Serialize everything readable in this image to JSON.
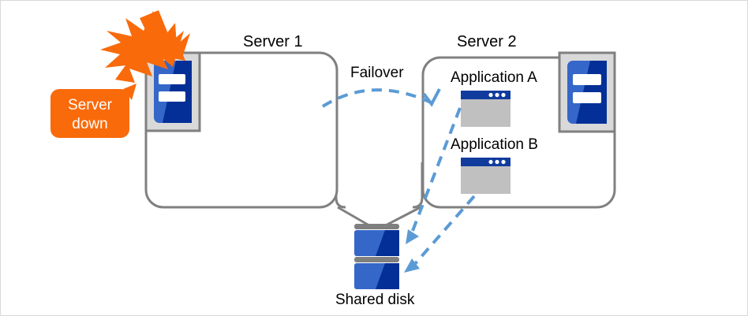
{
  "diagram": {
    "title_server1": "Server 1",
    "title_server2": "Server 2",
    "failover_label": "Failover",
    "shared_disk_label": "Shared disk",
    "callout": {
      "line1": "Server",
      "line2": "down"
    },
    "applications": [
      {
        "label": "Application  A"
      },
      {
        "label": "Application  B"
      }
    ],
    "colors": {
      "callout_orange": "#f96a0b",
      "burst_orange": "#f96a0b",
      "server_box_border": "#808080",
      "server_icon_blue_light": "#3567c9",
      "server_icon_blue_dark": "#032f96",
      "server_icon_frame": "#d9d9d9",
      "server_icon_frame_border": "#808080",
      "app_titlebar_blue": "#113c9e",
      "app_body_gray": "#c0c0c0",
      "disk_blue_light": "#3567c9",
      "disk_blue_dark": "#032f96",
      "disk_cap_gray": "#7f7f7f",
      "arrow_blue": "#5b9bd5",
      "connector_gray": "#808080",
      "text_black": "#000000"
    },
    "icons": {
      "server_rack": "server-rack-icon",
      "app_window": "app-window-icon",
      "disk_stack": "disk-stack-icon",
      "explosion": "explosion-burst-icon",
      "failover_arrow": "failover-dashed-arrow-icon",
      "data_arrow": "data-access-dashed-arrow-icon"
    }
  }
}
